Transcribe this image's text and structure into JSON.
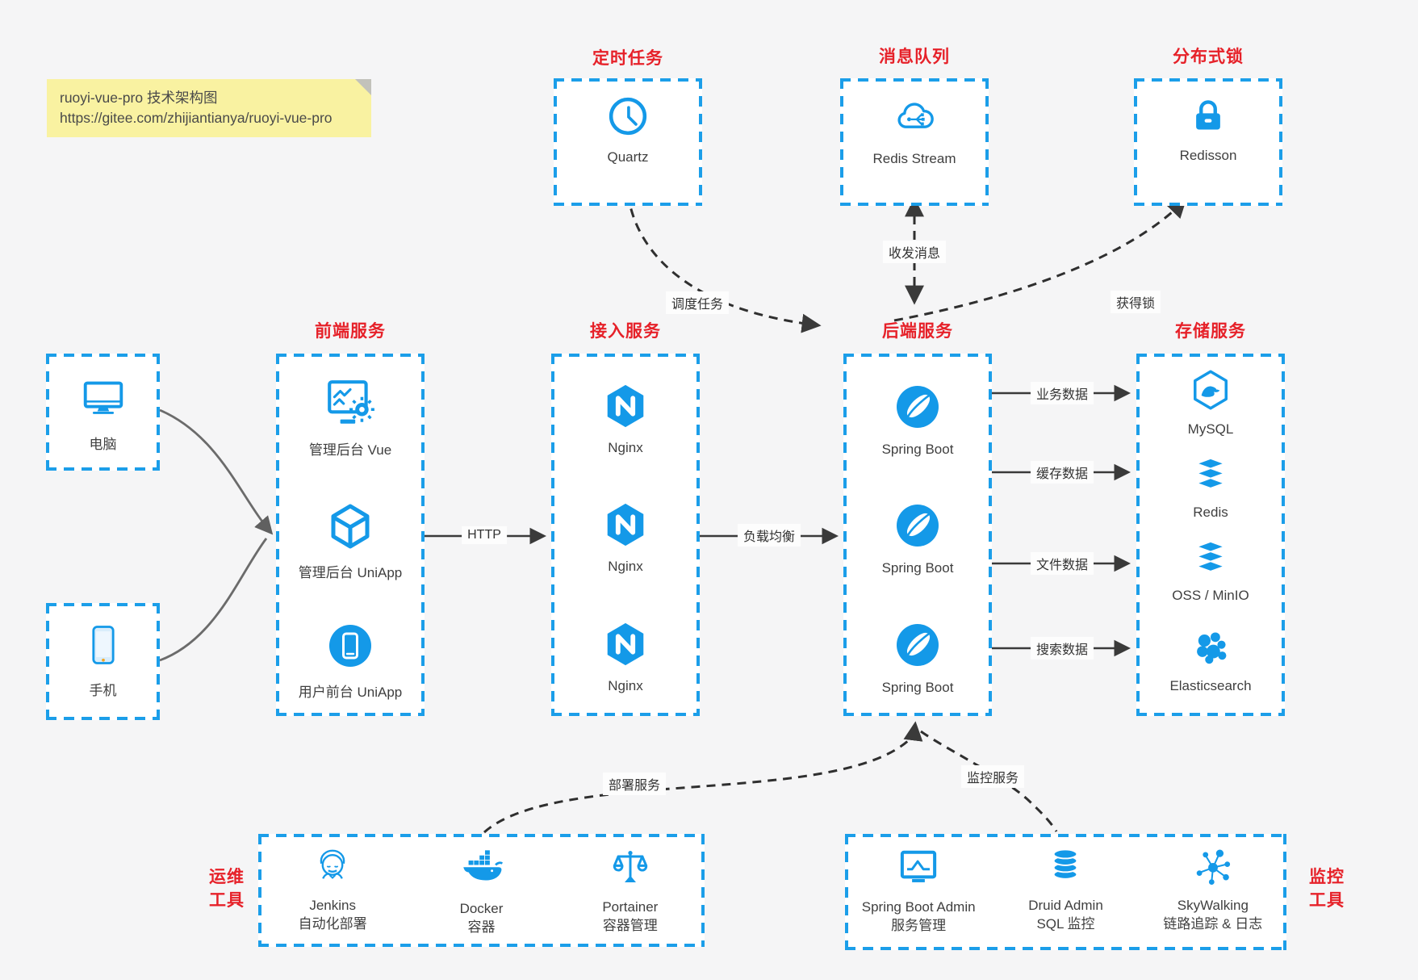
{
  "note": {
    "line1": "ruoyi-vue-pro 技术架构图",
    "line2": "https://gitee.com/zhijiantianya/ruoyi-vue-pro"
  },
  "colors": {
    "accent_blue": "#1499e8",
    "dash_blue": "#1b9ee9",
    "title_red": "#e62129",
    "note_yellow": "#f9f2a1",
    "background": "#f5f5f6",
    "wire_dark": "#3a3a3a",
    "wire_gray": "#6b6b6b"
  },
  "clients": {
    "computer": {
      "label": "电脑"
    },
    "phone": {
      "label": "手机"
    }
  },
  "top_groups": {
    "scheduler": {
      "title": "定时任务",
      "item": "Quartz"
    },
    "mq": {
      "title": "消息队列",
      "item": "Redis Stream"
    },
    "lock": {
      "title": "分布式锁",
      "item": "Redisson"
    }
  },
  "columns": {
    "frontend": {
      "title": "前端服务",
      "items": [
        "管理后台 Vue",
        "管理后台 UniApp",
        "用户前台 UniApp"
      ]
    },
    "gateway": {
      "title": "接入服务",
      "items": [
        "Nginx",
        "Nginx",
        "Nginx"
      ]
    },
    "backend": {
      "title": "后端服务",
      "items": [
        "Spring Boot",
        "Spring Boot",
        "Spring Boot"
      ]
    },
    "storage": {
      "title": "存储服务",
      "items": [
        "MySQL",
        "Redis",
        "OSS / MinIO",
        "Elasticsearch"
      ]
    }
  },
  "bottom_groups": {
    "ops": {
      "title_line1": "运维",
      "title_line2": "工具",
      "items": [
        {
          "name": "Jenkins",
          "desc": "自动化部署"
        },
        {
          "name": "Docker",
          "desc": "容器"
        },
        {
          "name": "Portainer",
          "desc": "容器管理"
        }
      ]
    },
    "monitor": {
      "title_line1": "监控",
      "title_line2": "工具",
      "items": [
        {
          "name": "Spring Boot Admin",
          "desc": "服务管理"
        },
        {
          "name": "Druid Admin",
          "desc": "SQL 监控"
        },
        {
          "name": "SkyWalking",
          "desc": "链路追踪 & 日志"
        }
      ]
    }
  },
  "edges": {
    "http": "HTTP",
    "load_balance": "负载均衡",
    "schedule": "调度任务",
    "message": "收发消息",
    "acquire_lock": "获得锁",
    "biz_data": "业务数据",
    "cache_data": "缓存数据",
    "file_data": "文件数据",
    "search_data": "搜索数据",
    "deploy": "部署服务",
    "monitor": "监控服务"
  }
}
